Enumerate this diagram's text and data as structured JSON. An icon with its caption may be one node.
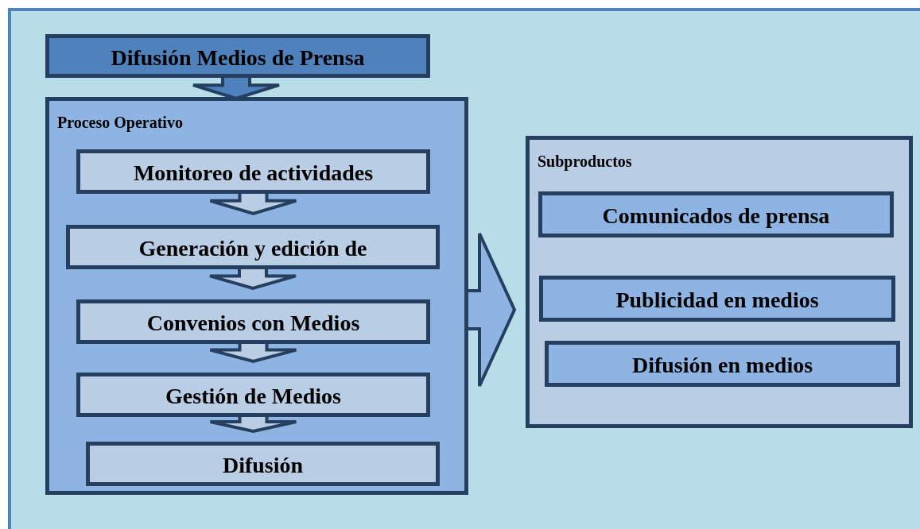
{
  "diagram": {
    "nodes": [
      {
        "text": [
          "Difusión Medios de Prensa"
        ]
      },
      {
        "text": [
          "Proceso Operativo"
        ]
      },
      {
        "text": [
          "Monitoreo de actividades"
        ],
        "in": 1
      },
      {
        "text": [
          "Generación y edición de"
        ],
        "in": 1
      },
      {
        "text": [
          "Convenios con Medios"
        ],
        "in": 1
      },
      {
        "text": [
          "Gestión de Medios"
        ],
        "in": 1
      },
      {
        "text": [
          "Difusión"
        ],
        "in": 1
      },
      {
        "text": [
          "Subproductos"
        ]
      },
      {
        "text": [
          "Comunicados de prensa"
        ],
        "in": 7
      },
      {
        "text": [
          "Publicidad en medios"
        ],
        "in": 7
      },
      {
        "text": [
          "Difusión en medios"
        ],
        "in": 7
      }
    ],
    "edges": [
      {
        "from": 0,
        "to": 1,
        "arrow": "to"
      },
      {
        "from": 2,
        "to": 3,
        "arrow": "to"
      },
      {
        "from": 3,
        "to": 4,
        "arrow": "to"
      },
      {
        "from": 4,
        "to": 5,
        "arrow": "to"
      },
      {
        "from": 5,
        "to": 6,
        "arrow": "to"
      },
      {
        "from": 1,
        "to": 7,
        "arrow": "to"
      }
    ]
  }
}
